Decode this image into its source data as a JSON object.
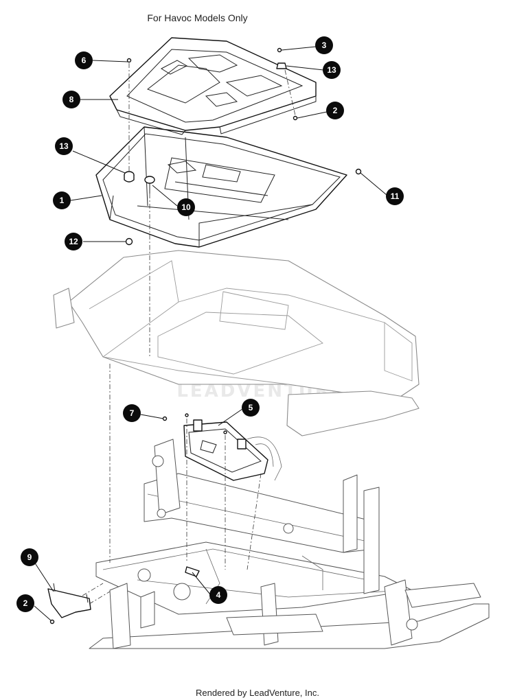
{
  "header": {
    "title": "For Havoc Models Only"
  },
  "footer": {
    "text": "Rendered by LeadVenture, Inc."
  },
  "watermark": {
    "text": "LEADVENTURE"
  },
  "callouts": [
    "6",
    "3",
    "13",
    "8",
    "2",
    "13",
    "1",
    "10",
    "11",
    "12",
    "7",
    "5",
    "9",
    "2",
    "4"
  ]
}
